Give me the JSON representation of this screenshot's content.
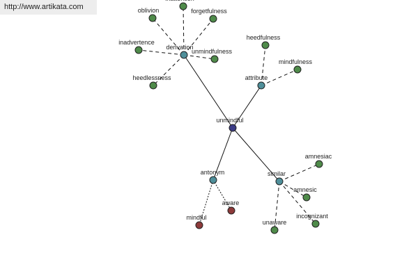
{
  "source": {
    "link_text": "http://www.artikata.com"
  },
  "colors": {
    "center": "#3b3b86",
    "relation": "#4f8f9a",
    "related": "#4f8b4a",
    "antonym": "#8d3a3a"
  },
  "nodes": {
    "center": "unmindful",
    "derivation": "derivation",
    "attribute": "attribute",
    "antonym": "antonym",
    "similar": "similar",
    "inattention": "inattention",
    "oblivion": "oblivion",
    "forgetfulness": "forgetfulness",
    "inadvertence": "inadvertence",
    "unmindfulness": "unmindfulness",
    "heedlessness": "heedlessness",
    "heedfulness": "heedfulness",
    "mindfulness": "mindfulness",
    "mindful": "mindful",
    "aware": "aware",
    "amnesiac": "amnesiac",
    "amnesic": "amnesic",
    "unaware": "unaware",
    "incognizant": "incognizant"
  }
}
